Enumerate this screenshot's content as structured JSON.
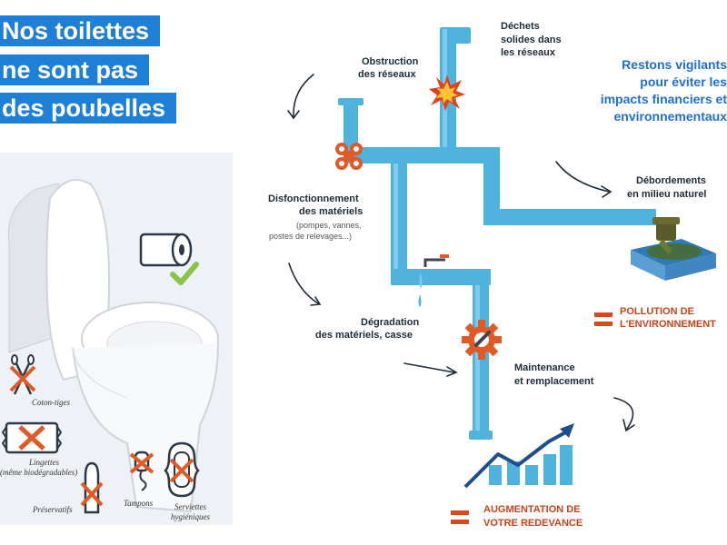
{
  "title": {
    "line1": "Nos toilettes",
    "line2": "ne sont pas",
    "line3": "des poubelles"
  },
  "items": {
    "coton_tiges": "Coton-tiges",
    "lingettes": "Lingettes",
    "lingettes_note": "(même biodégradables)",
    "preservatifs": "Préservatifs",
    "tampons": "Tampons",
    "serviettes_1": "Serviettes",
    "serviettes_2": "hygiéniques"
  },
  "labels": {
    "dechets_1": "Déchets",
    "dechets_2": "solides dans",
    "dechets_3": "les réseaux",
    "obstruction_1": "Obstruction",
    "obstruction_2": "des réseaux",
    "disfonction_1": "Disfonctionnement",
    "disfonction_2": "des matériels",
    "disfonction_sub_1": "(pompes, vannes,",
    "disfonction_sub_2": "postes de relevages...)",
    "degradation_1": "Dégradation",
    "degradation_2": "des matériels, casse",
    "maintenance_1": "Maintenance",
    "maintenance_2": "et remplacement",
    "debordement_1": "Débordements",
    "debordement_2": "en milieu naturel"
  },
  "warning": {
    "line1": "Restons vigilants",
    "line2": "pour éviter les",
    "line3": "impacts financiers et",
    "line4": "environnementaux"
  },
  "results": {
    "pollution_1": "POLLUTION DE",
    "pollution_2": "L'ENVIRONNEMENT",
    "augmentation_1": "AUGMENTATION DE",
    "augmentation_2": "VOTRE REDEVANCE"
  },
  "colors": {
    "title_bg": "#1e7fd6",
    "pipe": "#4fb3de",
    "accent": "#d84a1c",
    "warning_text": "#1f6fd1",
    "cross": "#e05a25"
  },
  "icons": {
    "toilet": "toilet-icon",
    "toilet_paper": "toilet-paper-icon",
    "check": "check-icon",
    "valve": "valve-icon",
    "explosion": "explosion-icon",
    "gear_wrench": "gear-wrench-icon",
    "chart": "rising-bar-chart-icon",
    "outflow": "sewage-outflow-icon"
  }
}
